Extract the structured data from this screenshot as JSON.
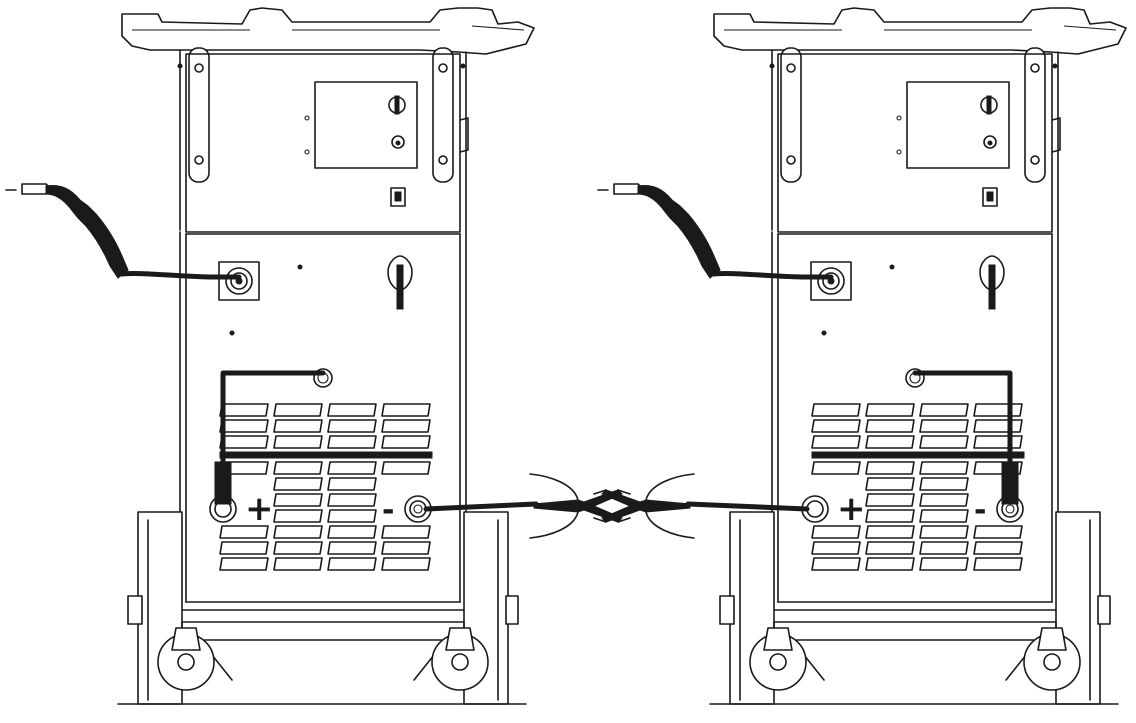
{
  "diagram": {
    "views": [
      {
        "id": "left",
        "torch_socket": "torch-connector",
        "work_cable_terminal": "minus",
        "bridge_cable_terminal": "plus",
        "terminals": [
          {
            "id": "plus",
            "symbol": "+"
          },
          {
            "id": "minus",
            "symbol": "-"
          }
        ]
      },
      {
        "id": "right",
        "torch_socket": "torch-connector",
        "work_cable_terminal": "plus",
        "bridge_cable_terminal": "minus",
        "terminals": [
          {
            "id": "plus",
            "symbol": "+"
          },
          {
            "id": "minus",
            "symbol": "-"
          }
        ]
      }
    ],
    "colors": {
      "line": "#1a1a1a",
      "background": "#ffffff"
    }
  }
}
